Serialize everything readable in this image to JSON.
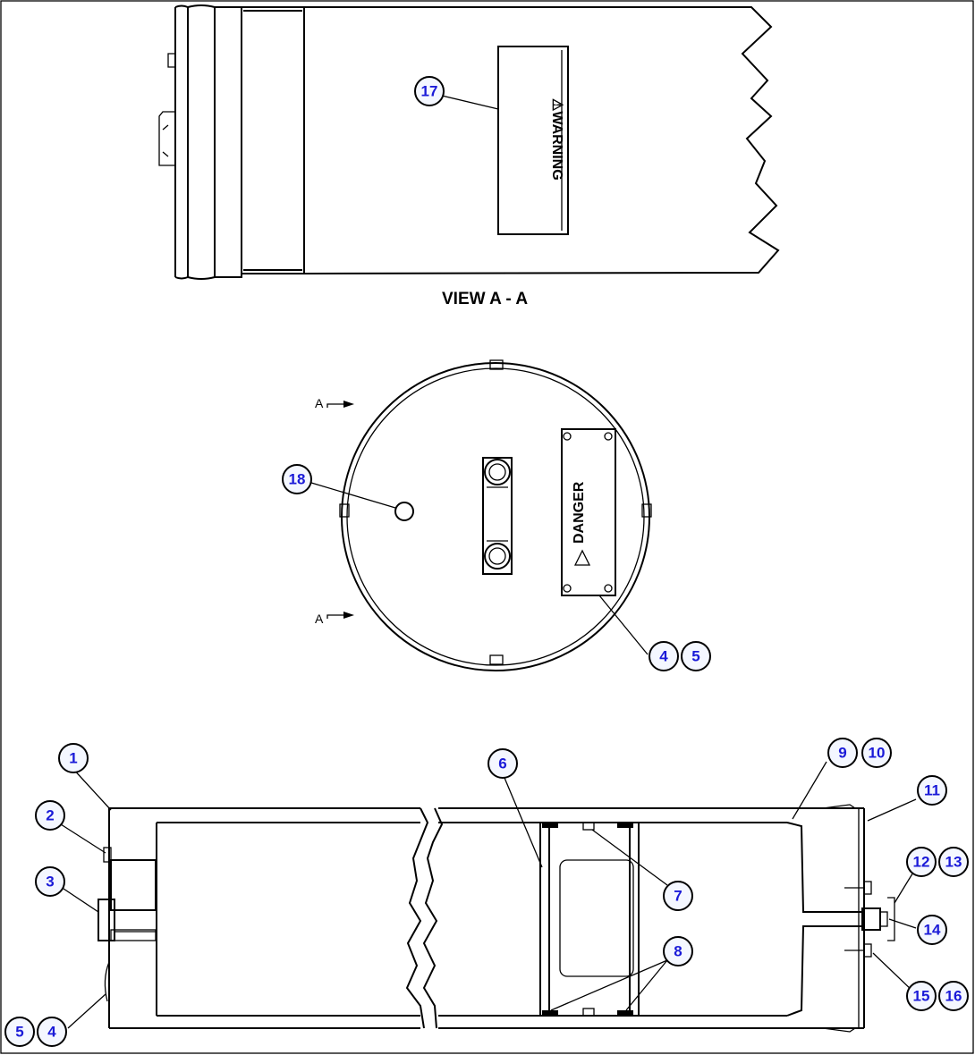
{
  "caption": {
    "view_label": "VIEW  A - A"
  },
  "decals": {
    "warning": "⚠WARNING",
    "danger": "DANGER"
  },
  "section_markers": {
    "upper": "A",
    "lower": "A"
  },
  "callouts": {
    "c1": "1",
    "c2": "2",
    "c3": "3",
    "c4a": "4",
    "c5a": "5",
    "c4b": "4",
    "c5b": "5",
    "c6": "6",
    "c7": "7",
    "c8": "8",
    "c9": "9",
    "c10": "10",
    "c11": "11",
    "c12": "12",
    "c13": "13",
    "c14": "14",
    "c15": "15",
    "c16": "16",
    "c17": "17",
    "c18": "18"
  },
  "colors": {
    "callout_text": "#1a1ad8",
    "callout_fill": "#f4f7ff",
    "line": "#000000"
  }
}
